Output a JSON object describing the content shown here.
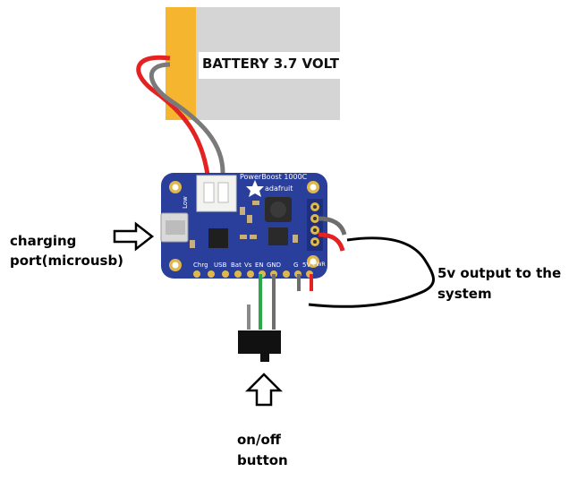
{
  "battery": {
    "label": "BATTERY 3.7 VOLT"
  },
  "board": {
    "name": "PowerBoost 1000C",
    "brand": "adafruit",
    "pin_labels": [
      "Chrg",
      "USB",
      "Bat",
      "Vs",
      "EN",
      "GND",
      "G",
      "5V",
      "PWR"
    ],
    "low_label": "Low"
  },
  "annotations": {
    "charging_port_line1": "charging",
    "charging_port_line2": "port(microusb)",
    "output_line1": "5v output to the",
    "output_line2": "system",
    "switch_line1": "on/off",
    "switch_line2": "button"
  },
  "colors": {
    "board": "#2a3f9c",
    "battery_cell": "#d5d5d5",
    "battery_tab": "#f6b52e",
    "wire_red": "#e52222",
    "wire_gray": "#7a7a7a",
    "wire_green": "#2aa84a"
  }
}
